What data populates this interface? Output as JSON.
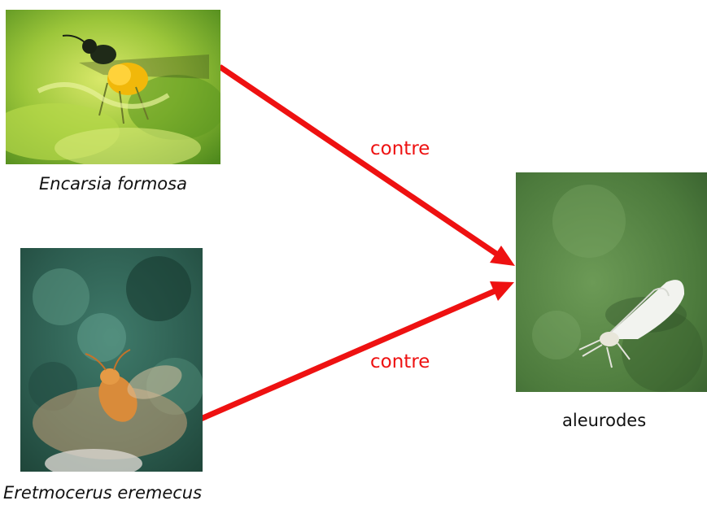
{
  "diagram": {
    "nodes": [
      {
        "id": "encarsia",
        "label": "Encarsia formosa",
        "image": "parasitoid wasp on leaf"
      },
      {
        "id": "eretmocerus",
        "label": "Eretmocerus eremecus",
        "image": "parasitoid wasp on green background"
      },
      {
        "id": "aleurodes",
        "label": "aleurodes",
        "image": "whitefly on leaf"
      }
    ],
    "edges": [
      {
        "from": "encarsia",
        "to": "aleurodes",
        "label": "contre"
      },
      {
        "from": "eretmocerus",
        "to": "aleurodes",
        "label": "contre"
      }
    ]
  },
  "colors": {
    "arrow": "#ee1111",
    "relation_text": "#ee1111",
    "caption_text": "#111111"
  }
}
